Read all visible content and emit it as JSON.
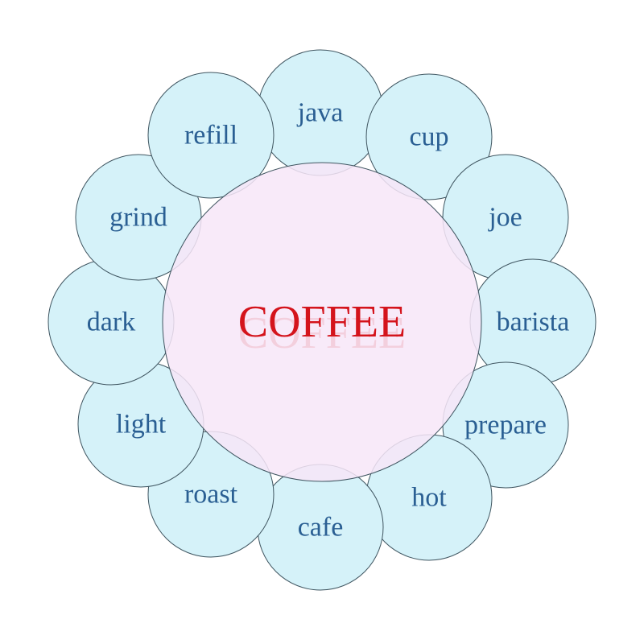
{
  "diagram": {
    "center": {
      "label": "COFFEE"
    },
    "petals": [
      {
        "label": "java"
      },
      {
        "label": "cup"
      },
      {
        "label": "joe"
      },
      {
        "label": "barista"
      },
      {
        "label": "prepare"
      },
      {
        "label": "hot"
      },
      {
        "label": "cafe"
      },
      {
        "label": "roast"
      },
      {
        "label": "light"
      },
      {
        "label": "dark"
      },
      {
        "label": "grind"
      },
      {
        "label": "refill"
      }
    ]
  },
  "colors": {
    "petal_fill": "#d5f2f9",
    "petal_text": "#2a5f93",
    "center_fill": "#f7e6f8",
    "center_text": "#d4141c",
    "outline": "#3f5560"
  }
}
